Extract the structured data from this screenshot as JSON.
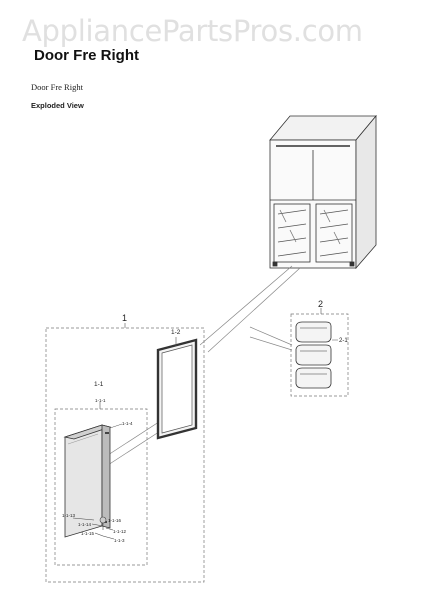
{
  "watermark": "AppliancePartsPros.com",
  "title": "Door Fre Right",
  "subtitle": "Door Fre Right",
  "section": "Exploded View",
  "callouts": {
    "c1": "1",
    "c1_1": "1-1",
    "c1_2": "1-2",
    "c2": "2",
    "c2_1": "2-1",
    "c1_1_1": "1-1-1",
    "c1_1_4": "1-1-4",
    "c1_1_13": "1-1-13",
    "c1_1_14": "1-1-14",
    "c1_1_15": "1-1-15",
    "c1_1_16": "1-1-16",
    "c1_1_12": "1-1-12",
    "c1_1_3": "1-1-3"
  }
}
